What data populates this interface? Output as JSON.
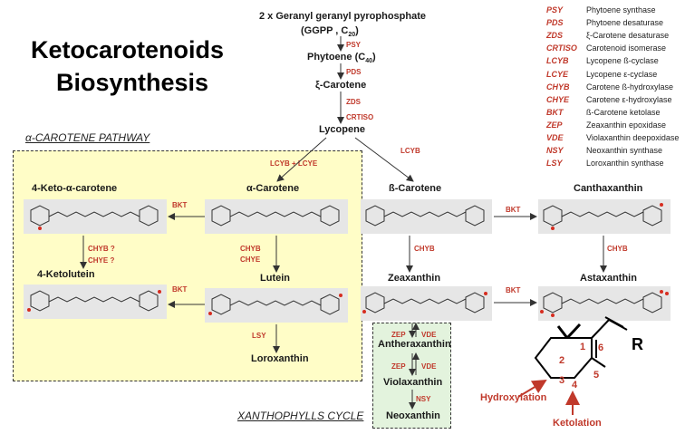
{
  "title_line1": "Ketocarotenoids",
  "title_line2": "Biosynthesis",
  "top": {
    "precursor": "2 x Geranyl geranyl pyrophosphate",
    "ggpp": "(GGPP , C",
    "ggpp_sub": "20",
    "ggpp_close": ")",
    "phytoene": "Phytoene (C",
    "phytoene_sub": "40",
    "phytoene_close": ")",
    "zeta": "ξ-Carotene",
    "lycopene": "Lycopene"
  },
  "nodes": {
    "keto_alpha": "4-Keto-α-carotene",
    "alpha": "α-Carotene",
    "beta": "ß-Carotene",
    "canthaxanthin": "Canthaxanthin",
    "ketolutein": "4-Ketolutein",
    "lutein": "Lutein",
    "zeaxanthin": "Zeaxanthin",
    "astaxanthin": "Astaxanthin",
    "loroxanthin": "Loroxanthin",
    "antheraxanthin": "Antheraxanthin",
    "violaxanthin": "Violaxanthin",
    "neoxanthin": "Neoxanthin"
  },
  "enzymes": {
    "psy": "PSY",
    "pds": "PDS",
    "zds": "ZDS",
    "crtiso": "CRTISO",
    "lcyb_lcye": "LCYB  + LCYE",
    "lcyb": "LCYB",
    "bkt1": "BKT",
    "bkt2": "BKT",
    "bkt3": "BKT",
    "bkt4": "BKT",
    "chyb1": "CHYB ?",
    "chye1": "CHYE ?",
    "chyb2": "CHYB",
    "chye2": "CHYE",
    "chyb3": "CHYB",
    "chyb4": "CHYB",
    "lsy": "LSY",
    "zep1": "ZEP",
    "vde1": "VDE",
    "zep2": "ZEP",
    "vde2": "VDE",
    "nsy": "NSY"
  },
  "pathways": {
    "alpha": "α-CAROTENE PATHWAY",
    "xanthophylls": "XANTHOPHYLLS CYCLE"
  },
  "legend": [
    {
      "abbr": "PSY",
      "name": "Phytoene synthase"
    },
    {
      "abbr": "PDS",
      "name": "Phytoene desaturase"
    },
    {
      "abbr": "ZDS",
      "name": "ξ-Carotene desaturase"
    },
    {
      "abbr": "CRTISO",
      "name": "Carotenoid isomerase"
    },
    {
      "abbr": "LCYB",
      "name": "Lycopene ß-cyclase"
    },
    {
      "abbr": "LCYE",
      "name": "Lycopene ε-cyclase"
    },
    {
      "abbr": "CHYB",
      "name": "Carotene ß-hydroxylase"
    },
    {
      "abbr": "CHYE",
      "name": "Carotene ε-hydroxylase"
    },
    {
      "abbr": "BKT",
      "name": "ß-Carotene ketolase"
    },
    {
      "abbr": "ZEP",
      "name": "Zeaxanthin epoxidase"
    },
    {
      "abbr": "VDE",
      "name": "Violaxanthin deepoxidase"
    },
    {
      "abbr": "NSY",
      "name": "Neoxanthin synthase"
    },
    {
      "abbr": "LSY",
      "name": "Loroxanthin synthase"
    }
  ],
  "ring": {
    "r": "R",
    "pos1": "1",
    "pos2": "2",
    "pos3": "3",
    "pos4": "4",
    "pos5": "5",
    "pos6": "6",
    "hydroxylation": "Hydroxylation",
    "ketolation": "Ketolation"
  },
  "colors": {
    "enzyme": "#c0392b",
    "alpha_box": "#fffdc7",
    "xan_box": "#e3f3dd",
    "molecule_bg": "#e6e6e6"
  }
}
